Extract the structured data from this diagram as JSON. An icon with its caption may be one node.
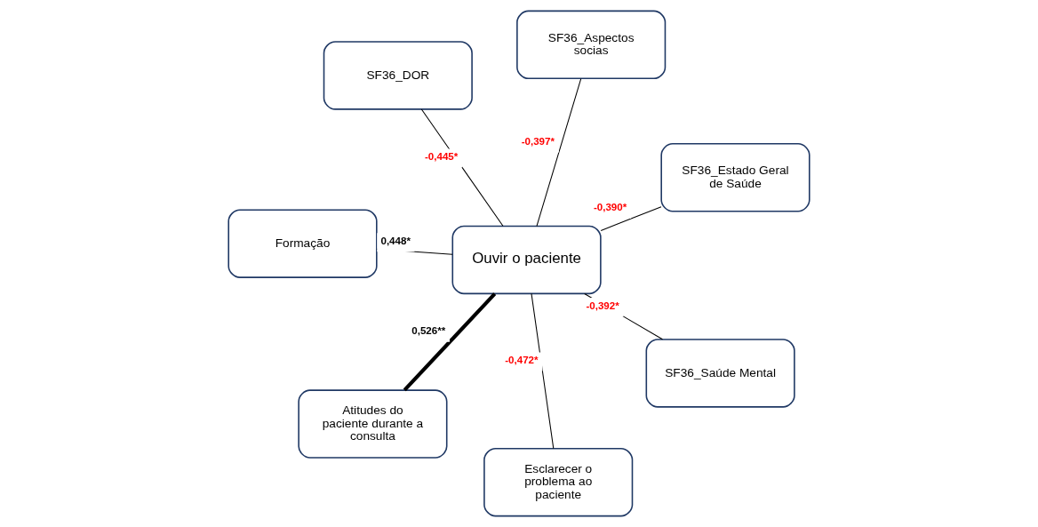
{
  "diagram": {
    "nodes": [
      {
        "text": [
          "SF36_DOR"
        ]
      },
      {
        "text": [
          "SF36_Estado Geral de Saúde"
        ]
      },
      {
        "text": [
          "Esclarecer o problema ao paciente"
        ]
      },
      {
        "text": [
          "Ouvir o paciente"
        ]
      },
      {
        "text": [
          "SF36_Aspectos socias"
        ]
      },
      {
        "text": [
          "Formação"
        ]
      },
      {
        "text": [
          "Atitudes do paciente durante a consulta"
        ]
      },
      {
        "text": [
          "SF36_Saúde Mental"
        ]
      }
    ],
    "edges": [
      {
        "from": 0,
        "to": 3,
        "arrow": "none",
        "label": "-0,445*"
      },
      {
        "from": 1,
        "to": 3,
        "arrow": "none",
        "label": "-0,390*"
      },
      {
        "from": 2,
        "to": 3,
        "arrow": "none",
        "label": "-0,472*"
      },
      {
        "from": 3,
        "to": 4,
        "arrow": "none",
        "label": "-0,397*"
      },
      {
        "from": 3,
        "to": 5,
        "arrow": "none",
        "label": "0,448*"
      },
      {
        "from": 3,
        "to": 6,
        "arrow": "none",
        "label": "0,526**",
        "style": "thick"
      },
      {
        "from": 3,
        "to": 7,
        "arrow": "none",
        "label": "-0,392*"
      }
    ]
  }
}
